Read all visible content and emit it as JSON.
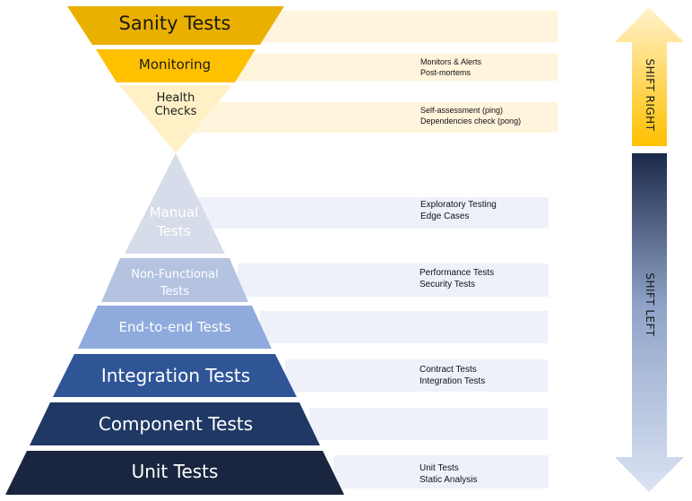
{
  "shift_right": {
    "label": "SHIFT RIGHT",
    "layers": [
      {
        "name": "Sanity Tests",
        "notes": []
      },
      {
        "name": "Monitoring",
        "notes": [
          "Monitors  &  Alerts",
          "Post-mortems"
        ]
      },
      {
        "name_lines": [
          "Health",
          "Checks"
        ],
        "notes": [
          "Self-assessment (ping)",
          "Dependencies  check  (pong)"
        ]
      }
    ]
  },
  "shift_left": {
    "label": "SHIFT LEFT",
    "layers": [
      {
        "name_lines": [
          "Manual",
          "Tests"
        ],
        "notes": [
          "Exploratory Testing",
          "Edge Cases"
        ]
      },
      {
        "name_lines": [
          "Non-Functional",
          "Tests"
        ],
        "notes": [
          "Performance Tests",
          "Security Tests"
        ]
      },
      {
        "name": "End-to-end Tests",
        "notes": []
      },
      {
        "name": "Integration Tests",
        "notes": [
          "Contract Tests",
          "Integration Tests"
        ]
      },
      {
        "name": "Component Tests",
        "notes": []
      },
      {
        "name": "Unit Tests",
        "notes": [
          "Unit Tests",
          "Static Analysis"
        ]
      }
    ]
  },
  "colors": {
    "sanity": "#EAB000",
    "monitoring": "#FFC000",
    "health": "#FFF0C6",
    "band_warm": "#FFF4DC",
    "manual": "#D6DCE9",
    "non_functional": "#B4C3E0",
    "end_to_end": "#8FAADC",
    "integration": "#2F5597",
    "component": "#203864",
    "unit": "#1A2640",
    "band_cool": "#EEF1F9",
    "arrow_gold": "#FFC000",
    "arrow_navy": "#1C2A4A",
    "arrow_light": "#DAE3F3"
  }
}
